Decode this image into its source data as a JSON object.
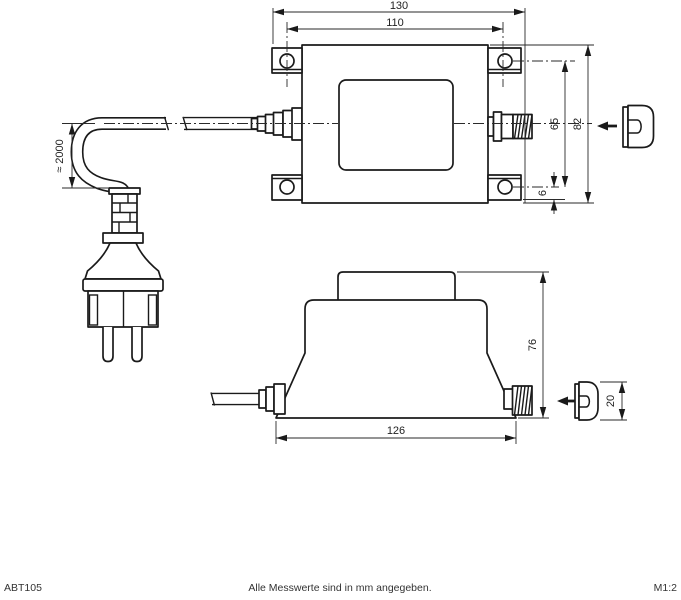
{
  "drawing": {
    "dims": {
      "top_width_outer": "130",
      "top_width_holes": "110",
      "cable_length": "≈ 2000",
      "hole_pitch_vertical": "65",
      "body_height": "82",
      "hole_edge_offset": "6",
      "side_height": "76",
      "side_width": "126",
      "cap_height": "20"
    },
    "footer": {
      "article": "ABT105",
      "note": "Alle Messwerte sind in mm angegeben.",
      "scale": "M1:2"
    }
  }
}
